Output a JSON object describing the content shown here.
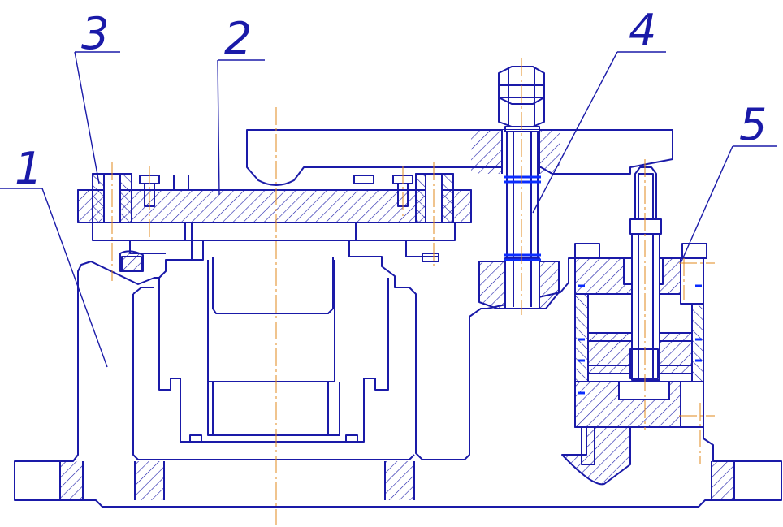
{
  "callouts": [
    {
      "id": "1",
      "text": "1"
    },
    {
      "id": "2",
      "text": "2"
    },
    {
      "id": "3",
      "text": "3"
    },
    {
      "id": "4",
      "text": "4"
    },
    {
      "id": "5",
      "text": "5"
    }
  ],
  "colors": {
    "line": "#1a1aa8",
    "hatch": "#1a1aa8",
    "centerline": "#e08a1e",
    "seal": "#0a2cff",
    "background": "#ffffff"
  }
}
